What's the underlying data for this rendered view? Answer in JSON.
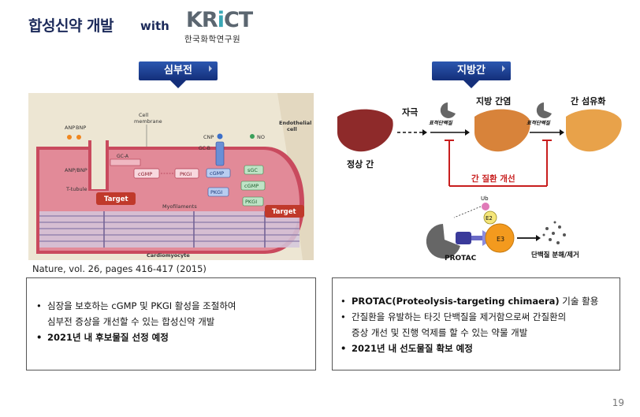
{
  "header": {
    "title": "합성신약 개발",
    "with": "with",
    "logo_text_a": "KR",
    "logo_text_i": "i",
    "logo_text_b": "CT",
    "logo_sub": "한국화학연구원"
  },
  "left": {
    "tab": "심부전",
    "diagram": {
      "anp": "ANP",
      "bnp": "BNP",
      "cell_membrane_1": "Cell",
      "cell_membrane_2": "membrane",
      "cnp": "CNP",
      "no": "NO",
      "endothelial_1": "Endothelial",
      "endothelial_2": "cell",
      "gc_a": "GC-A",
      "gc_b": "GC-B",
      "anp_bnp": "ANP/BNP",
      "cgmp": "cGMP",
      "pkgi": "PKGI",
      "sgc": "sGC",
      "t_tubule": "T-tubule",
      "target": "Target",
      "myofilaments": "Myofilaments",
      "cardiomyocyte": "Cardiomyocyte"
    },
    "caption": "Nature, vol. 26, pages 416-417 (2015)",
    "bullets": [
      {
        "text": "심장을 보호하는 cGMP 및 PKGI 활성을 조절하여",
        "kind": "bullet"
      },
      {
        "text": "심부전 증상을 개선할 수 있는 합성신약 개발",
        "kind": "cont"
      },
      {
        "text": "2021년 내 후보물질 선정 예정",
        "kind": "bold"
      }
    ]
  },
  "right": {
    "tab": "지방간",
    "diagram": {
      "stimulus": "자극",
      "normal_liver": "정상 간",
      "fatty_hepatitis": "지방 간염",
      "fibrosis": "간 섬유화",
      "target_protein": "표적단백질",
      "improve": "간 질환 개선",
      "ub": "Ub",
      "e2": "E2",
      "e3": "E3",
      "protac": "PROTAC",
      "degrade": "단백질 분해/제거"
    },
    "bullets": [
      {
        "text": "PROTAC(Proteolysis-targeting chimaera) 기술 활용",
        "kind": "bullet",
        "bold_prefix": "PROTAC(Proteolysis-targeting chimaera)",
        "rest": " 기술 활용"
      },
      {
        "text": "간질환을 유발하는 타깃 단백질을 제거함으로써 간질환의",
        "kind": "bullet"
      },
      {
        "text": "증상 개선 및 진행 억제를 할 수 있는 약물 개발",
        "kind": "cont"
      },
      {
        "text": "2021년 내 선도물질 확보 예정",
        "kind": "bold"
      }
    ]
  },
  "page_number": "19",
  "colors": {
    "navy": "#1c2a5a",
    "tab_blue": "#1d3f92",
    "cell_pink": "#c94a5e",
    "target_red": "#c0392b",
    "liver_dark": "#8e2a2a",
    "liver_orange": "#d8833a",
    "liver_yellow": "#e8a24a",
    "protac_blue": "#3a3a9a",
    "e3_orange": "#f39a1e",
    "inhibit_red": "#c81e1e"
  }
}
